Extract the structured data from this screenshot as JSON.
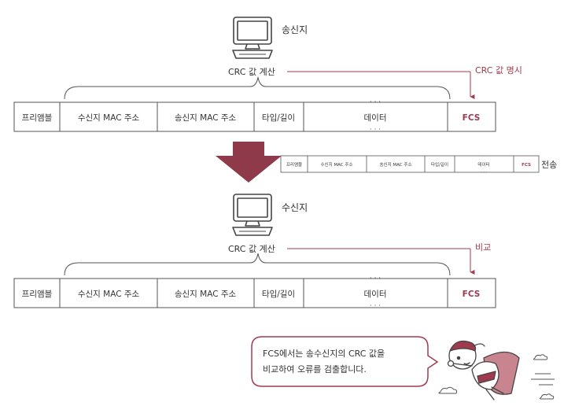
{
  "sender": {
    "label": "송신지",
    "crc_calc": "CRC 값 계산",
    "crc_note": "CRC 값 명시"
  },
  "frame_fields": {
    "preamble": "프리앰블",
    "dst_mac": "수신지 MAC 주소",
    "src_mac": "송신지 MAC 주소",
    "type_len": "타입/길이",
    "data": "데이터",
    "fcs": "FCS",
    "dots": "· · ·"
  },
  "transmit": {
    "label": "전송"
  },
  "receiver": {
    "label": "수신지",
    "crc_calc": "CRC 값 계산",
    "compare": "비교"
  },
  "speech": {
    "line1": "FCS에서는 송수신지의 CRC 값을",
    "line2": "비교하여 오류를 검출합니다."
  },
  "colors": {
    "accent": "#a03a4e",
    "arrow": "#8e3a4b",
    "line": "#555555"
  }
}
